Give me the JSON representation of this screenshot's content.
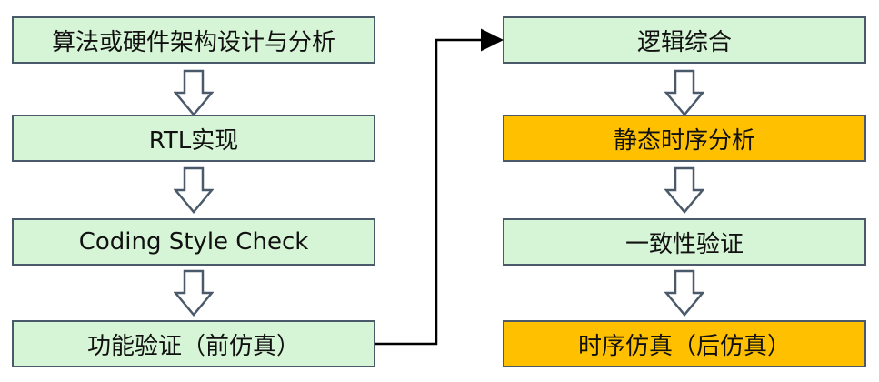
{
  "left_column": [
    {
      "label": "算法或硬件架构设计与分析",
      "style": "green"
    },
    {
      "label": "RTL实现",
      "style": "green"
    },
    {
      "label": "Coding Style Check",
      "style": "green"
    },
    {
      "label": "功能验证（前仿真）",
      "style": "green"
    }
  ],
  "right_column": [
    {
      "label": "逻辑综合",
      "style": "green"
    },
    {
      "label": "静态时序分析",
      "style": "orange"
    },
    {
      "label": "一致性验证",
      "style": "green"
    },
    {
      "label": "时序仿真（后仿真）",
      "style": "orange"
    }
  ],
  "colors": {
    "green_fill": "#d6f5d6",
    "orange_fill": "#ffc000",
    "border": "#4a5a6a",
    "connector": "#000000"
  }
}
